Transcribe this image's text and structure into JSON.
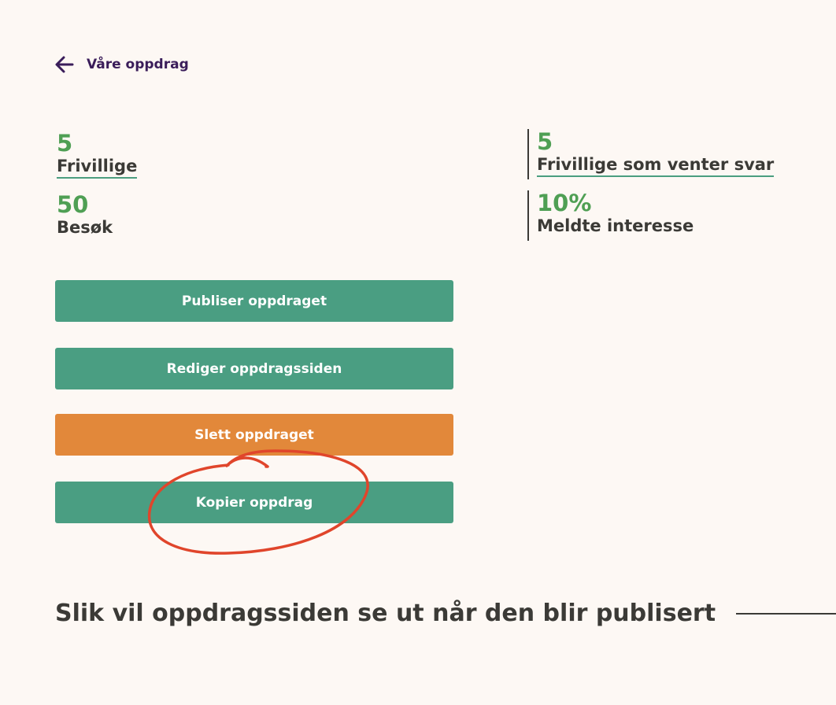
{
  "nav": {
    "back_label": "Våre oppdrag",
    "back_icon": "arrow-left-icon"
  },
  "stats": {
    "volunteers": {
      "value": "5",
      "label": "Frivillige"
    },
    "visits": {
      "value": "50",
      "label": "Besøk"
    },
    "pending": {
      "value": "5",
      "label": "Frivillige som venter svar"
    },
    "interest": {
      "value": "10%",
      "label": "Meldte interesse"
    }
  },
  "actions": {
    "publish": "Publiser oppdraget",
    "edit": "Rediger oppdragssiden",
    "delete": "Slett oppdraget",
    "copy": "Kopier oppdrag"
  },
  "preview": {
    "heading": "Slik vil oppdragssiden se ut når den blir publisert"
  },
  "colors": {
    "background": "#fdf8f4",
    "accent_green": "#4a9e82",
    "number_green": "#4f9f54",
    "danger_orange": "#e2883a",
    "nav_purple": "#3a1d5a",
    "annotation_red": "#e0452b"
  }
}
